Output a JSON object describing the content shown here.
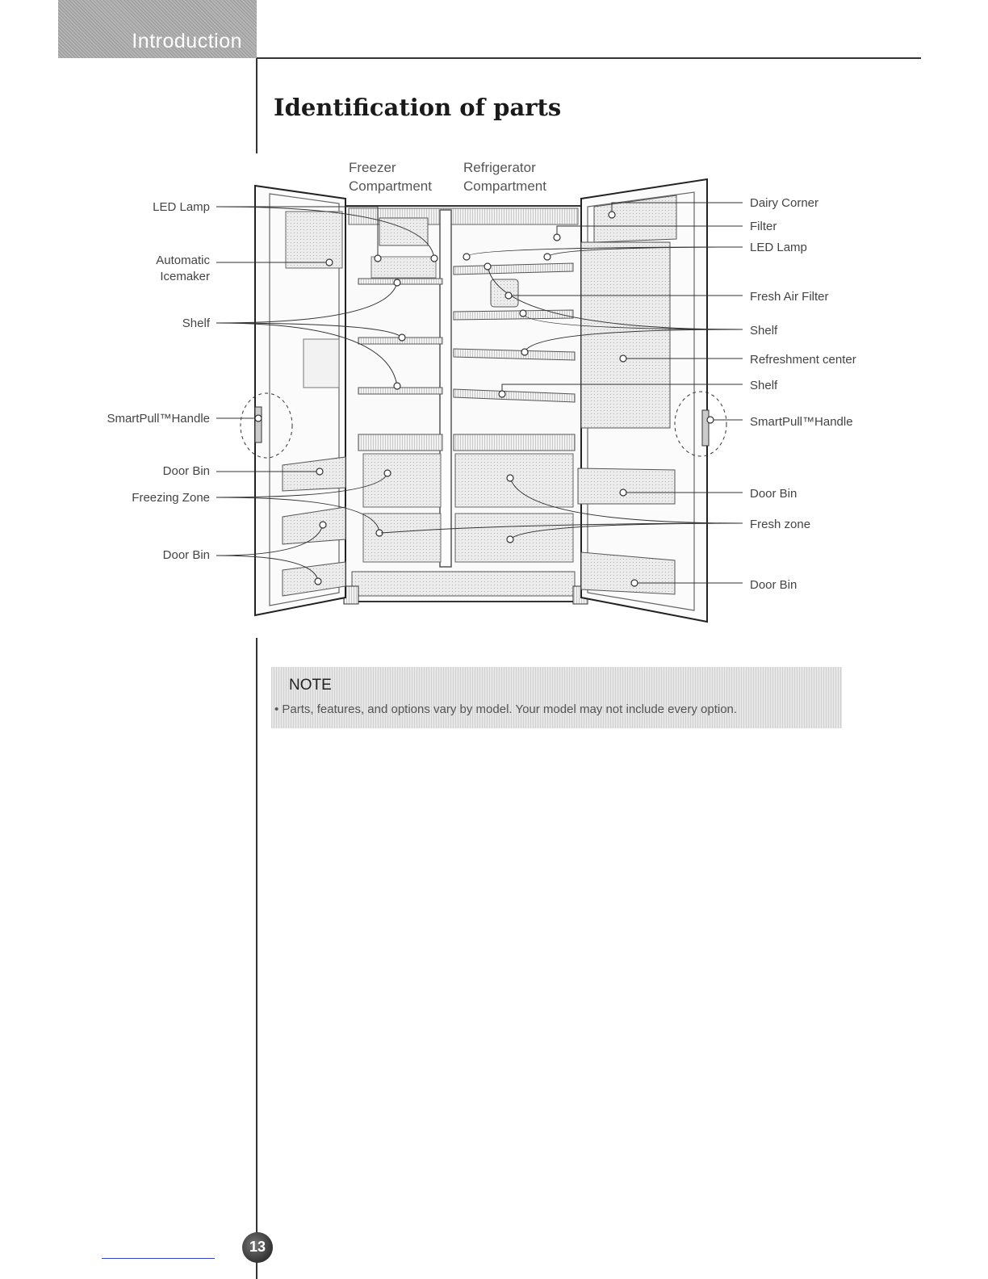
{
  "header": {
    "section_tab": "Introduction"
  },
  "page": {
    "title": "Identification of parts",
    "number": "13"
  },
  "diagram": {
    "top_labels": {
      "freezer": [
        "Freezer",
        "Compartment"
      ],
      "refrigerator": [
        "Refrigerator",
        "Compartment"
      ]
    },
    "left_labels": {
      "led_lamp": "LED Lamp",
      "automatic_icemaker": [
        "Automatic",
        "Icemaker"
      ],
      "shelf": "Shelf",
      "smartpull_handle": "SmartPull™Handle",
      "door_bin_1": "Door Bin",
      "freezing_zone": "Freezing Zone",
      "door_bin_2": "Door Bin"
    },
    "right_labels": {
      "dairy_corner": "Dairy Corner",
      "filter": "Filter",
      "led_lamp": "LED Lamp",
      "fresh_air_filter": "Fresh Air Filter",
      "shelf_1": "Shelf",
      "refreshment_center": "Refreshment center",
      "shelf_2": "Shelf",
      "smartpull_handle": "SmartPull™Handle",
      "door_bin_1": "Door Bin",
      "fresh_zone": "Fresh zone",
      "door_bin_2": "Door Bin"
    }
  },
  "note": {
    "title": "NOTE",
    "text": "• Parts, features, and options vary by model. Your model may not include every option."
  }
}
